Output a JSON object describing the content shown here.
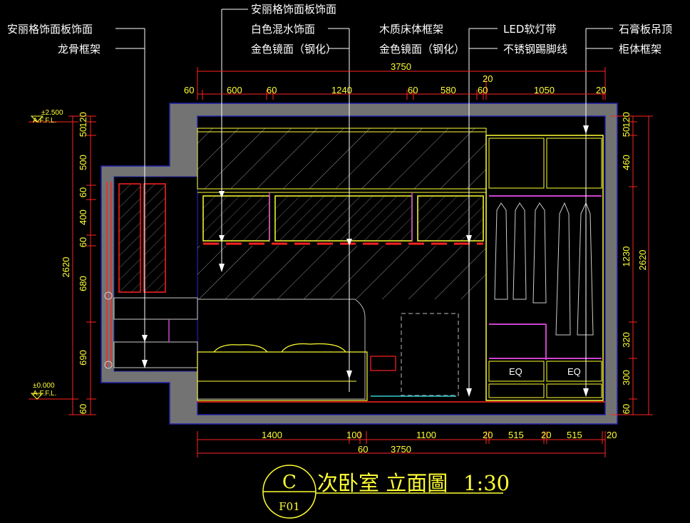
{
  "title": {
    "letter": "C",
    "sheet": "F01",
    "text": "次卧室 立面圖",
    "scale": "1:30"
  },
  "annotations": {
    "top_center": "安丽格饰面板饰面",
    "left_1": "安丽格饰面板饰面",
    "left_2": "龙骨框架",
    "mid_1": "白色混水饰面",
    "mid_2": "金色镜面（钢化）",
    "bed_1": "木质床体框架",
    "bed_2": "金色镜面（钢化）",
    "led_1": "LED软灯带",
    "led_2": "不锈钢踢脚线",
    "right_1": "石膏板吊顶",
    "right_2": "柜体框架"
  },
  "levels": {
    "top_value": "±2.500",
    "top_ref": "A.F.F.L.",
    "bottom_value": "±0.000",
    "bottom_ref": "A.F.F.L."
  },
  "dims_top": {
    "overall": "3750",
    "small": "20",
    "segments": [
      "60",
      "600",
      "60",
      "1240",
      "60",
      "580",
      "60",
      "1050",
      "20"
    ]
  },
  "dims_bottom": {
    "segments": [
      "1400",
      "100",
      "1100",
      "20",
      "515",
      "20",
      "515",
      "20"
    ],
    "small": "60",
    "overall": "3750"
  },
  "dims_left": {
    "overall": "2620",
    "segments": [
      "60",
      "690",
      "680",
      "60",
      "400",
      "60",
      "500",
      "50",
      "120"
    ]
  },
  "dims_right": {
    "overall": "2620",
    "segments": [
      "60",
      "300",
      "320",
      "1230",
      "460",
      "50",
      "120"
    ]
  },
  "wardrobe": {
    "drawer_label_1": "EQ",
    "drawer_label_2": "EQ"
  }
}
